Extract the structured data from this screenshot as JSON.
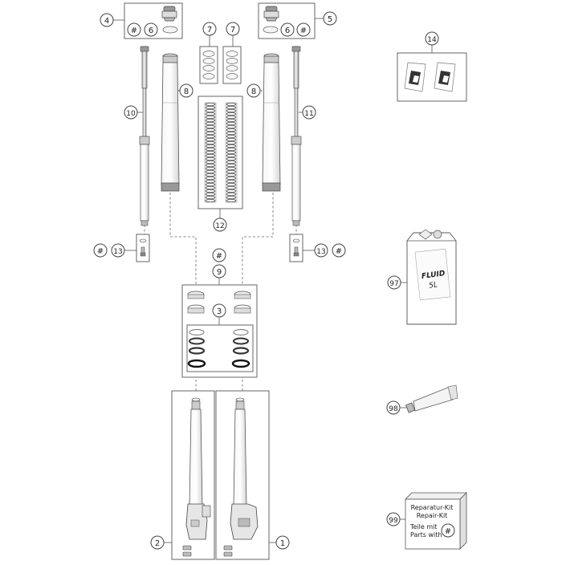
{
  "callouts": {
    "c1": "1",
    "c2": "2",
    "c3": "3",
    "c4": "4",
    "c5": "5",
    "c6": "6",
    "c7": "7",
    "c8": "8",
    "c9": "9",
    "c10": "10",
    "c11": "11",
    "c12": "12",
    "c13": "13",
    "c14": "14",
    "c97": "97",
    "c98": "98",
    "c99": "99",
    "hash": "#"
  },
  "fluid_can": {
    "line1": "FLUID",
    "line2": "5L"
  },
  "repair_kit": {
    "line1": "Reparatur-Kit",
    "line2": "Repair-Kit",
    "line3": "Teile mit",
    "line4": "Parts with"
  },
  "colors": {
    "line": "#555555",
    "fill": "#ffffff",
    "panel": "#f2f2f2",
    "shade": "#d9d9d9",
    "dark": "#333333"
  }
}
